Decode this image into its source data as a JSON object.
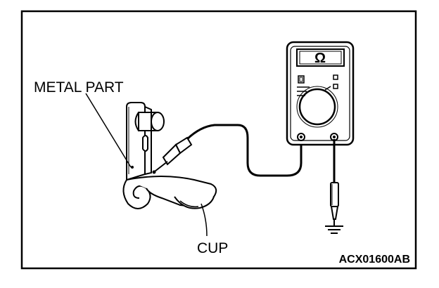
{
  "labels": {
    "metal_part": "METAL PART",
    "cup": "CUP",
    "figure_code": "ACX01600AB"
  },
  "meter": {
    "unit_symbol": "Ω"
  },
  "colors": {
    "line": "#000000",
    "background": "#ffffff"
  }
}
